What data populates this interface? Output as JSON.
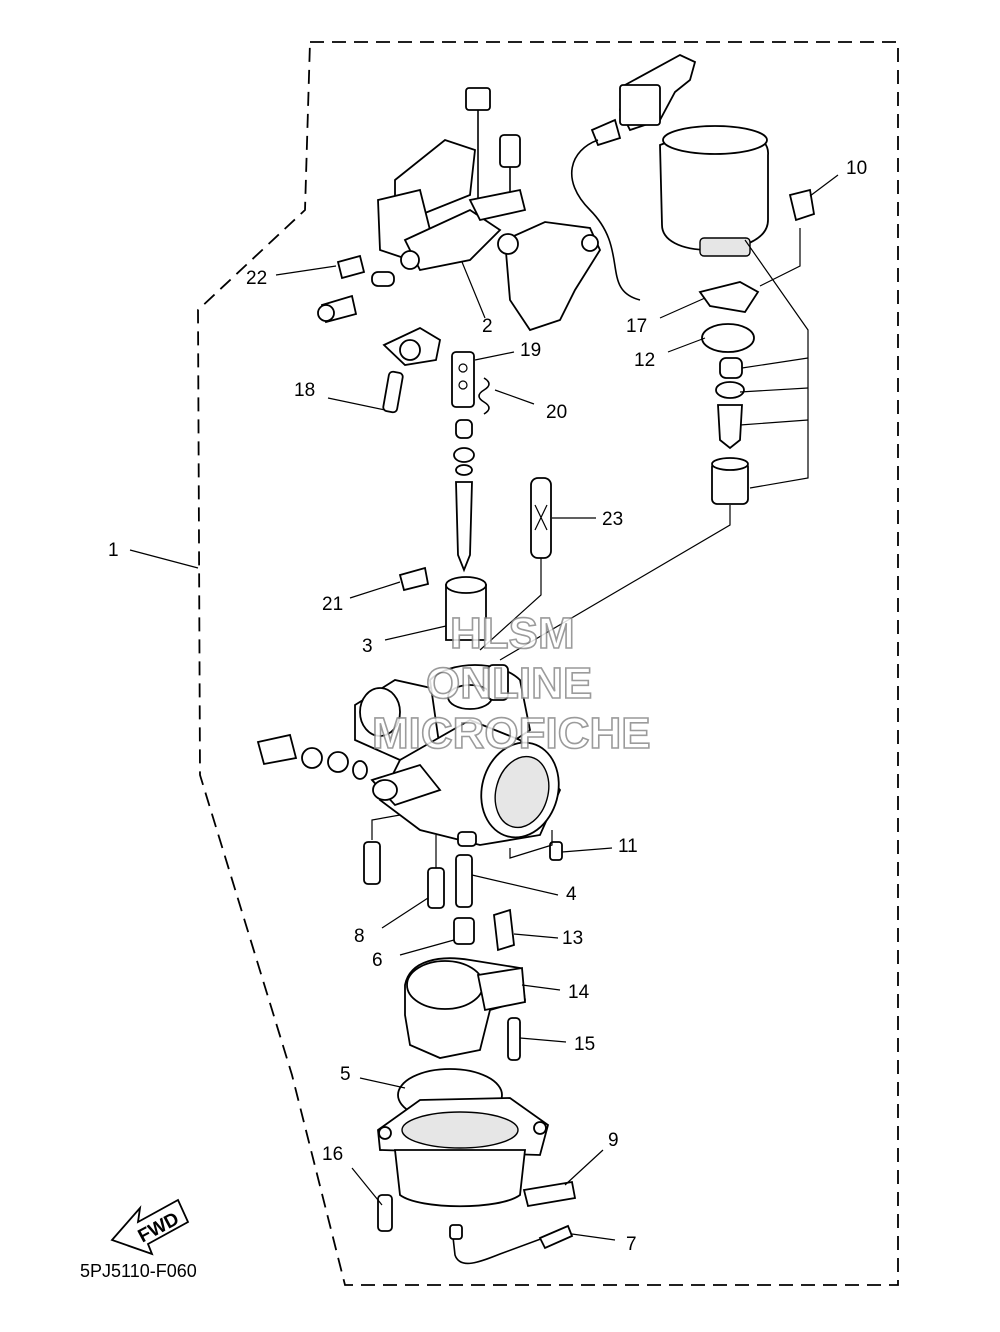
{
  "diagram_code": "5PJ5110-F060",
  "fwd_label": "FWD",
  "watermark": [
    "HLSM",
    "ONLINE",
    "MICROFICHE"
  ],
  "callouts": [
    "1",
    "2",
    "3",
    "4",
    "5",
    "6",
    "7",
    "8",
    "9",
    "10",
    "11",
    "12",
    "13",
    "14",
    "15",
    "16",
    "17",
    "18",
    "19",
    "20",
    "21",
    "22",
    "23"
  ]
}
